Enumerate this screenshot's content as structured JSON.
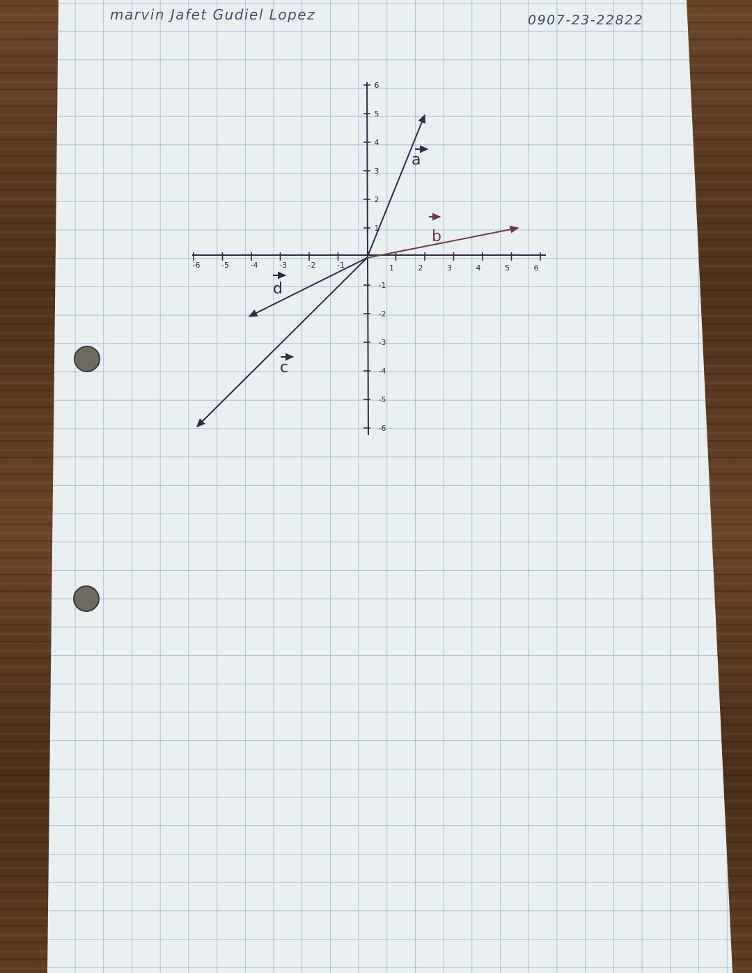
{
  "header": {
    "name": "marvin Jafet Gudiel Lopez",
    "id_number": "0907-23-22822"
  },
  "axes": {
    "x_positive_ticks": [
      "1",
      "2",
      "3",
      "4",
      "5",
      "6"
    ],
    "x_negative_ticks": [
      "-1",
      "-2",
      "-3",
      "-4",
      "-5",
      "-6"
    ],
    "y_positive_ticks": [
      "1",
      "2",
      "3",
      "4",
      "5",
      "6"
    ],
    "y_negative_ticks": [
      "-1",
      "-2",
      "-3",
      "-4",
      "-5",
      "-6"
    ]
  },
  "vectors": [
    {
      "label": "a",
      "tip": [
        2,
        5
      ]
    },
    {
      "label": "b",
      "tip": [
        5,
        1
      ]
    },
    {
      "label": "c",
      "tip": [
        -6,
        -6
      ]
    },
    {
      "label": "d",
      "tip": [
        -4,
        -2
      ]
    }
  ],
  "colors": {
    "paper": "#e9eef1",
    "grid_line": "#7fa6c4",
    "ink": "#2f2b45",
    "ink_b": "#6b3a4e"
  }
}
